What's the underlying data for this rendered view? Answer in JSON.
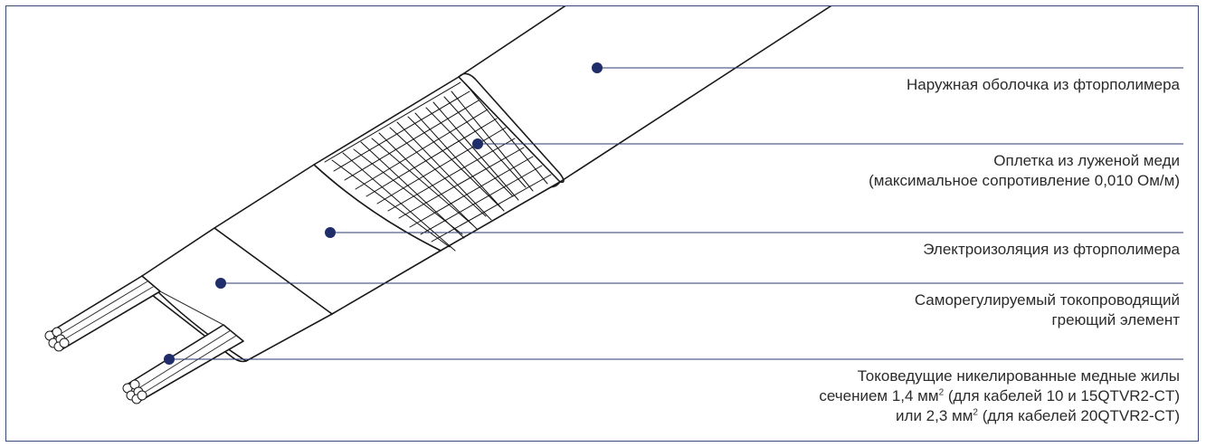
{
  "labels": [
    {
      "id": "outer-jacket",
      "lines": [
        "Наружная оболочка из фторполимера"
      ]
    },
    {
      "id": "braid",
      "lines": [
        "Оплетка из луженой меди",
        "(максимальное сопротивление 0,010 Ом/м)"
      ]
    },
    {
      "id": "insulation",
      "lines": [
        "Электроизоляция из фторполимера"
      ]
    },
    {
      "id": "core",
      "lines": [
        "Саморегулируемый токопроводящий",
        "греющий элемент"
      ]
    },
    {
      "id": "conductors",
      "line1": "Токоведущие никелированные медные жилы",
      "line2_pre": "сечением 1,4 мм",
      "line2_sup": "2",
      "line2_post": " (для кабелей 10 и 15QTVR2-CT)",
      "line3_pre": "или 2,3 мм",
      "line3_sup": "2",
      "line3_post": " (для кабелей 20QTVR2-CT)"
    }
  ],
  "colors": {
    "leader": "#2e3a6e",
    "dot": "#1f2d6b",
    "frame": "#3a4a78",
    "text": "#2b2b2b"
  }
}
